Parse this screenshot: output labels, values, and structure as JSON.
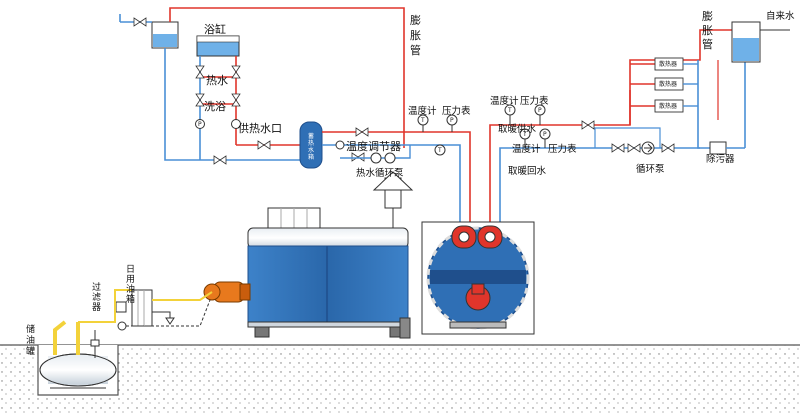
{
  "labels": {
    "bathtub": "浴缸",
    "hot_water": "热水",
    "shower": "洗浴",
    "hot_water_supply_port": "供热水口",
    "temp_regulator": "温度调节器",
    "hot_water_circ_pump": "热水循环泵",
    "expansion_pipe_left": "膨胀管",
    "expansion_pipe_right": "膨胀管",
    "tap_water": "自来水",
    "thermometer_1": "温度计",
    "pressure_gauge_1": "压力表",
    "thermometer_2": "温度计",
    "pressure_gauge_2": "压力表",
    "thermometer_3": "温度计",
    "pressure_gauge_3": "压力表",
    "heating_supply": "取暖供水",
    "heating_return": "取暖回水",
    "circulation_pump": "循环泵",
    "dirt_separator": "除污器",
    "radiator": "散热器",
    "storage_tank": "蓄热水箱",
    "filter": "过滤器",
    "day_tank": "日用油箱",
    "oil_storage_tank": "储油罐",
    "gauge_t": "T",
    "gauge_p": "P"
  },
  "colors": {
    "hot_pipe": "#e0352b",
    "cold_pipe": "#4a8fd6",
    "boiler_body": "#2f6fb5",
    "boiler_dark": "#1f4f8c",
    "tank_fill": "#6fb1e8",
    "burner": "#e8791d",
    "oil_pipe": "#f3d23a",
    "ground": "#555555"
  }
}
